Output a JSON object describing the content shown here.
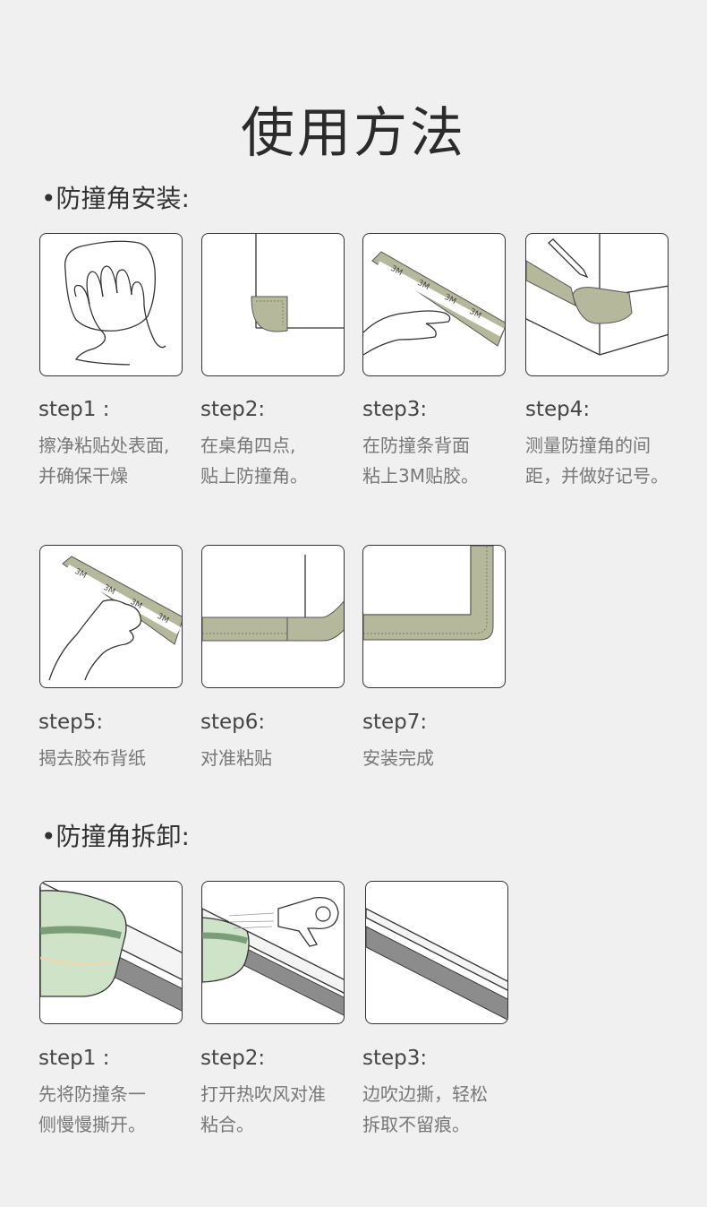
{
  "title": "使用方法",
  "install": {
    "heading": "•防撞角安装:",
    "steps": [
      {
        "label": "step1 :",
        "line1": "擦净粘贴处表面,",
        "line2": "并确保干燥"
      },
      {
        "label": "step2:",
        "line1": "在桌角四点,",
        "line2": "贴上防撞角。"
      },
      {
        "label": "step3:",
        "line1": "在防撞条背面",
        "line2": "粘上3M贴胶。"
      },
      {
        "label": "step4:",
        "line1": "测量防撞角的间",
        "line2": "距，并做好记号。"
      },
      {
        "label": "step5:",
        "line1": "揭去胶布背纸",
        "line2": ""
      },
      {
        "label": "step6:",
        "line1": "对准粘贴",
        "line2": ""
      },
      {
        "label": "step7:",
        "line1": "安装完成",
        "line2": ""
      }
    ]
  },
  "remove": {
    "heading": "•防撞角拆卸:",
    "steps": [
      {
        "label": "step1 :",
        "line1": "先将防撞条一",
        "line2": "侧慢慢撕开。"
      },
      {
        "label": "step2:",
        "line1": "打开热吹风对准",
        "line2": "粘合。"
      },
      {
        "label": "step3:",
        "line1": "边吹边撕，轻松",
        "line2": "拆取不留痕。"
      }
    ]
  },
  "tape_text": [
    "3M",
    "3M",
    "3M",
    "3M",
    "3M"
  ],
  "colors": {
    "strip": "#b5b89a",
    "strip_dark": "#8f9478",
    "rubber": "#8c8c8c",
    "cup": "#cfe3c9"
  }
}
